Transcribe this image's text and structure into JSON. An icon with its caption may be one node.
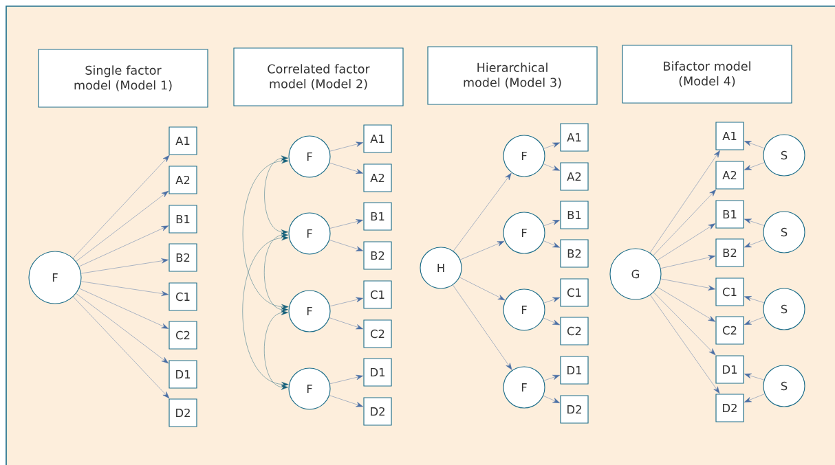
{
  "diagram": {
    "nodes": [
      {
        "text": [
          "Single factor model (Model 1)"
        ]
      },
      {
        "text": [
          "Correlated factor model (Model 2)"
        ]
      },
      {
        "text": [
          "Hierarchical model (Model 3)"
        ]
      },
      {
        "text": [
          "Bifactor model (Model 4)"
        ]
      },
      {
        "text": [
          "F"
        ]
      },
      {
        "text": [
          "A1"
        ]
      },
      {
        "text": [
          "A2"
        ]
      },
      {
        "text": [
          "B1"
        ]
      },
      {
        "text": [
          "B2"
        ]
      },
      {
        "text": [
          "C1"
        ]
      },
      {
        "text": [
          "C2"
        ]
      },
      {
        "text": [
          "D1"
        ]
      },
      {
        "text": [
          "D2"
        ]
      },
      {
        "text": [
          "F"
        ]
      },
      {
        "text": [
          "F"
        ]
      },
      {
        "text": [
          "F"
        ]
      },
      {
        "text": [
          "F"
        ]
      },
      {
        "text": [
          "A1"
        ]
      },
      {
        "text": [
          "A2"
        ]
      },
      {
        "text": [
          "B1"
        ]
      },
      {
        "text": [
          "B2"
        ]
      },
      {
        "text": [
          "C1"
        ]
      },
      {
        "text": [
          "C2"
        ]
      },
      {
        "text": [
          "D1"
        ]
      },
      {
        "text": [
          "D2"
        ]
      },
      {
        "text": [
          "H"
        ]
      },
      {
        "text": [
          "F"
        ]
      },
      {
        "text": [
          "F"
        ]
      },
      {
        "text": [
          "F"
        ]
      },
      {
        "text": [
          "F"
        ]
      },
      {
        "text": [
          "A1"
        ]
      },
      {
        "text": [
          "A2"
        ]
      },
      {
        "text": [
          "B1"
        ]
      },
      {
        "text": [
          "B2"
        ]
      },
      {
        "text": [
          "C1"
        ]
      },
      {
        "text": [
          "C2"
        ]
      },
      {
        "text": [
          "D1"
        ]
      },
      {
        "text": [
          "D2"
        ]
      },
      {
        "text": [
          "G"
        ]
      },
      {
        "text": [
          "A1"
        ]
      },
      {
        "text": [
          "A2"
        ]
      },
      {
        "text": [
          "B1"
        ]
      },
      {
        "text": [
          "B2"
        ]
      },
      {
        "text": [
          "C1"
        ]
      },
      {
        "text": [
          "C2"
        ]
      },
      {
        "text": [
          "D1"
        ]
      },
      {
        "text": [
          "D2"
        ]
      },
      {
        "text": [
          "S"
        ]
      },
      {
        "text": [
          "S"
        ]
      },
      {
        "text": [
          "S"
        ]
      },
      {
        "text": [
          "S"
        ]
      }
    ],
    "edges": [
      {
        "from": 4,
        "to": 5,
        "arrow": "to"
      },
      {
        "from": 4,
        "to": 6,
        "arrow": "to"
      },
      {
        "from": 4,
        "to": 7,
        "arrow": "to"
      },
      {
        "from": 4,
        "to": 8,
        "arrow": "to"
      },
      {
        "from": 4,
        "to": 9,
        "arrow": "to"
      },
      {
        "from": 4,
        "to": 10,
        "arrow": "to"
      },
      {
        "from": 4,
        "to": 11,
        "arrow": "to"
      },
      {
        "from": 4,
        "to": 12,
        "arrow": "to"
      },
      {
        "from": 13,
        "to": 17,
        "arrow": "to"
      },
      {
        "from": 13,
        "to": 18,
        "arrow": "to"
      },
      {
        "from": 14,
        "to": 19,
        "arrow": "to"
      },
      {
        "from": 14,
        "to": 20,
        "arrow": "to"
      },
      {
        "from": 15,
        "to": 21,
        "arrow": "to"
      },
      {
        "from": 15,
        "to": 22,
        "arrow": "to"
      },
      {
        "from": 16,
        "to": 23,
        "arrow": "to"
      },
      {
        "from": 16,
        "to": 24,
        "arrow": "to"
      },
      {
        "from": 13,
        "to": 14,
        "arrow": "both",
        "color": "#15607a"
      },
      {
        "from": 13,
        "to": 15,
        "arrow": "both",
        "color": "#15607a"
      },
      {
        "from": 14,
        "to": 15,
        "arrow": "both",
        "color": "#15607a"
      },
      {
        "from": 14,
        "to": 16,
        "arrow": "both",
        "color": "#15607a"
      },
      {
        "from": 15,
        "to": 16,
        "arrow": "both",
        "color": "#15607a"
      },
      {
        "from": 25,
        "to": 26,
        "arrow": "to"
      },
      {
        "from": 25,
        "to": 27,
        "arrow": "to"
      },
      {
        "from": 25,
        "to": 28,
        "arrow": "to"
      },
      {
        "from": 25,
        "to": 29,
        "arrow": "to"
      },
      {
        "from": 26,
        "to": 30,
        "arrow": "to"
      },
      {
        "from": 26,
        "to": 31,
        "arrow": "to"
      },
      {
        "from": 27,
        "to": 32,
        "arrow": "to"
      },
      {
        "from": 27,
        "to": 33,
        "arrow": "to"
      },
      {
        "from": 28,
        "to": 34,
        "arrow": "to"
      },
      {
        "from": 28,
        "to": 35,
        "arrow": "to"
      },
      {
        "from": 29,
        "to": 36,
        "arrow": "to"
      },
      {
        "from": 29,
        "to": 37,
        "arrow": "to"
      },
      {
        "from": 38,
        "to": 39,
        "arrow": "to"
      },
      {
        "from": 38,
        "to": 40,
        "arrow": "to"
      },
      {
        "from": 38,
        "to": 41,
        "arrow": "to"
      },
      {
        "from": 38,
        "to": 42,
        "arrow": "to"
      },
      {
        "from": 38,
        "to": 43,
        "arrow": "to"
      },
      {
        "from": 38,
        "to": 44,
        "arrow": "to"
      },
      {
        "from": 38,
        "to": 45,
        "arrow": "to"
      },
      {
        "from": 38,
        "to": 46,
        "arrow": "to"
      },
      {
        "from": 47,
        "to": 39,
        "arrow": "to"
      },
      {
        "from": 47,
        "to": 40,
        "arrow": "to"
      },
      {
        "from": 48,
        "to": 41,
        "arrow": "to"
      },
      {
        "from": 48,
        "to": 42,
        "arrow": "to"
      },
      {
        "from": 49,
        "to": 43,
        "arrow": "to"
      },
      {
        "from": 49,
        "to": 44,
        "arrow": "to"
      },
      {
        "from": 50,
        "to": 45,
        "arrow": "to"
      },
      {
        "from": 50,
        "to": 46,
        "arrow": "to"
      }
    ]
  }
}
